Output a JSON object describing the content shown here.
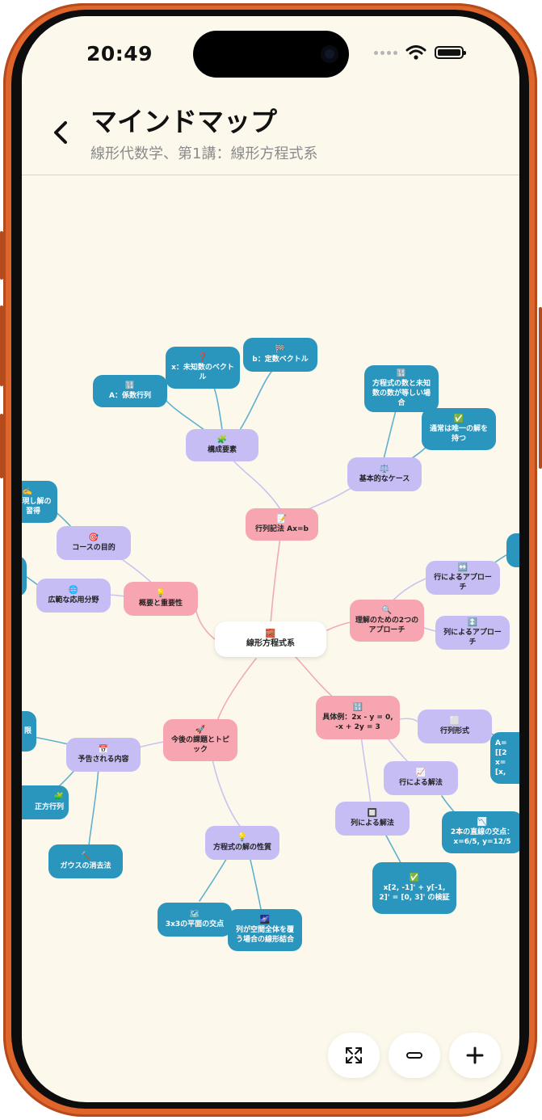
{
  "status_bar": {
    "time": "20:49"
  },
  "header": {
    "title": "マインドマップ",
    "subtitle": "線形代数学、第1講：線形方程式系"
  },
  "colors": {
    "frame": "#e0652a",
    "screen_bg": "#fcf9ec",
    "pink": "#f7a6b1",
    "purple": "#c6bdf5",
    "blue": "#2a95bd",
    "edge_pink": "#f2a9b4",
    "edge_purple": "#c9c2f0",
    "edge_blue": "#5fb0cf"
  },
  "nodes": {
    "root": {
      "icon": "🧱",
      "label": "線形方程式系"
    },
    "matrix_notation": {
      "icon": "📝",
      "label": "行列記法 Ax=b"
    },
    "components": {
      "icon": "🧩",
      "label": "構成要素"
    },
    "coeff_matrix": {
      "icon": "🔢",
      "label": "A：係数行列"
    },
    "unknown_vector": {
      "icon": "❓",
      "label": "x：未知数のベクトル"
    },
    "const_vector": {
      "icon": "🏁",
      "label": "b：定数ベクトル"
    },
    "basic_case": {
      "icon": "⚖️",
      "label": "基本的なケース"
    },
    "equal_count": {
      "icon": "🔢",
      "label": "方程式の数と未知数の数が等しい場合"
    },
    "unique_solution": {
      "icon": "✅",
      "label": "通常は唯一の解を持つ"
    },
    "overview": {
      "icon": "💡",
      "label": "概要と重要性"
    },
    "course_goal": {
      "icon": "🎯",
      "label": "コースの目的"
    },
    "course_goal_child": {
      "icon": "✍️",
      "label": "表現し解の習得"
    },
    "applications": {
      "icon": "🌐",
      "label": "広範な応用分野"
    },
    "two_approaches": {
      "icon": "🔍",
      "label": "理解のための2つのアプローチ"
    },
    "row_approach": {
      "icon": "↔️",
      "label": "行によるアプローチ"
    },
    "col_approach": {
      "icon": "↕️",
      "label": "列によるアプローチ"
    },
    "example": {
      "icon": "🔢",
      "label": "具体例：2x - y = 0, -x + 2y = 3"
    },
    "matrix_form": {
      "icon": "⬜",
      "label": "行列形式"
    },
    "matrix_form_child": {
      "icon": "",
      "label": "A=[[2 x=[x,"
    },
    "row_solution": {
      "icon": "📈",
      "label": "行による解法"
    },
    "line_intersection": {
      "icon": "📉",
      "label": "2本の直線の交点：x=6/5, y=12/5"
    },
    "col_solution": {
      "icon": "🔲",
      "label": "列による解法"
    },
    "verification": {
      "icon": "✅",
      "label": "x[2, -1]' + y[-1, 2]' = [0, 3]' の検証"
    },
    "future": {
      "icon": "🚀",
      "label": "今後の課題とトピック"
    },
    "upcoming": {
      "icon": "📅",
      "label": "予告される内容"
    },
    "upcoming_left": {
      "icon": "",
      "label": "限"
    },
    "square_matrix": {
      "icon": "🧩",
      "label": "正方行列"
    },
    "gauss": {
      "icon": "🔨",
      "label": "ガウスの消去法"
    },
    "solution_props": {
      "icon": "💡",
      "label": "方程式の解の性質"
    },
    "plane_intersection": {
      "icon": "🗺️",
      "label": "3x3の平面の交点"
    },
    "linear_combination": {
      "icon": "🌌",
      "label": "列が空間全体を覆う場合の線形結合"
    }
  },
  "controls": {
    "fit": "expand-icon",
    "zoom_out": "minus-icon",
    "zoom_in": "plus-icon"
  }
}
